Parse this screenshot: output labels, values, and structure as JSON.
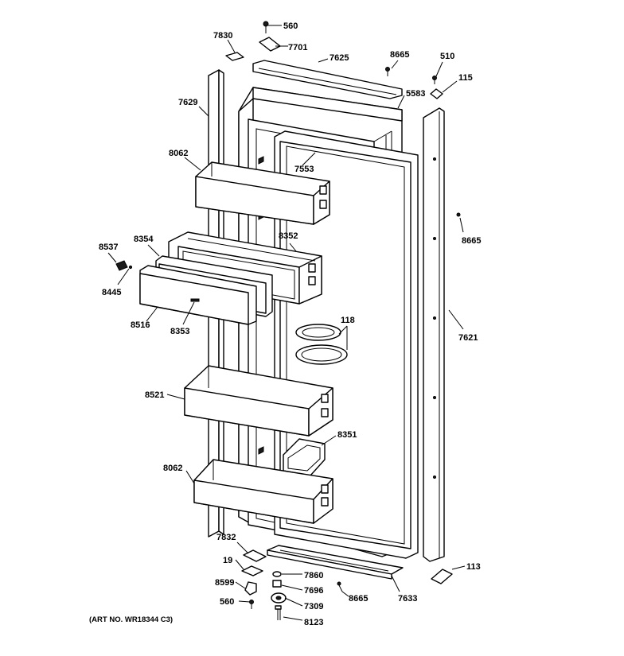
{
  "callouts": {
    "c560_top": "560",
    "c7701": "7701",
    "c7830": "7830",
    "c7625": "7625",
    "c8665_top": "8665",
    "c510": "510",
    "c115": "115",
    "c5583": "5583",
    "c7629": "7629",
    "c8062_top": "8062",
    "c7553": "7553",
    "c8665_right": "8665",
    "c8537": "8537",
    "c8354": "8354",
    "c8352": "8352",
    "c8445": "8445",
    "c8516": "8516",
    "c8353": "8353",
    "c118": "118",
    "c7621": "7621",
    "c8521": "8521",
    "c8351": "8351",
    "c8062_bottom": "8062",
    "c7832": "7832",
    "c19": "19",
    "c7860": "7860",
    "c8599": "8599",
    "c7696": "7696",
    "c560_bottom": "560",
    "c7309": "7309",
    "c8665_bottom": "8665",
    "c7633": "7633",
    "c113": "113",
    "c8123": "8123"
  },
  "art_number": "(ART NO. WR18344 C3)"
}
